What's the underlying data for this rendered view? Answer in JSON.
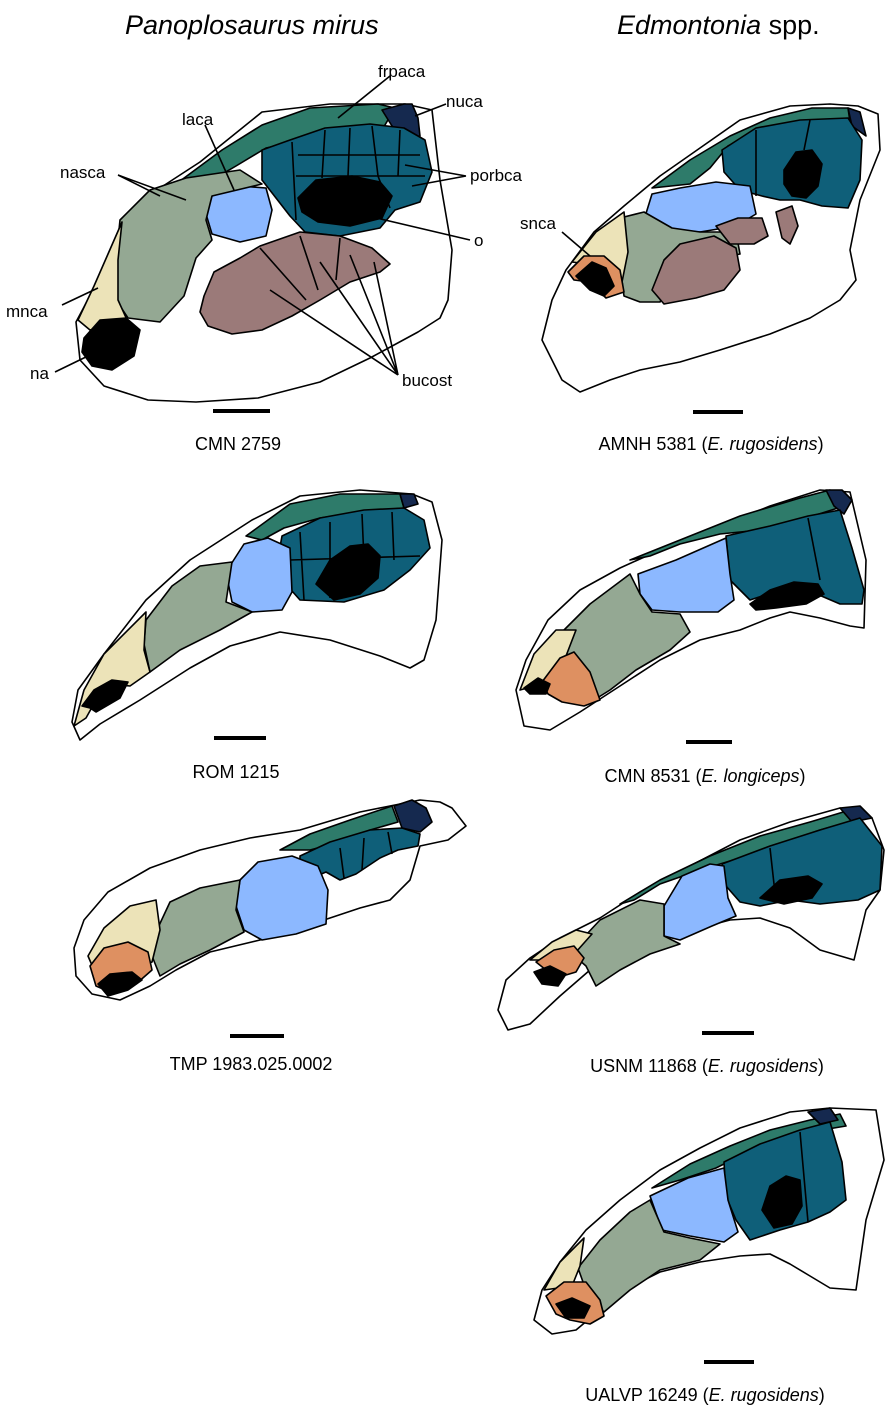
{
  "headers": {
    "left_italic": "Panoplosaurus mirus",
    "right_italic": "Edmontonia",
    "right_suffix": " spp."
  },
  "captions": {
    "cmn2759": "CMN 2759",
    "rom1215": "ROM 1215",
    "tmp": "TMP 1983.025.0002",
    "amnh_prefix": "AMNH 5381 (",
    "amnh_species": "E. rugosidens",
    "cmn8531_prefix": "CMN 8531 (",
    "cmn8531_species": "E. longiceps",
    "usnm_prefix": "USNM 11868 (",
    "usnm_species": "E. rugosidens",
    "ualvp_prefix": "UALVP 16249 (",
    "ualvp_species": "E. rugosidens",
    "close_paren": ")"
  },
  "labels": {
    "frpaca": "frpaca",
    "nuca": "nuca",
    "laca": "laca",
    "nasca": "nasca",
    "porbca": "porbca",
    "o": "o",
    "mnca": "mnca",
    "na": "na",
    "bucost": "bucost",
    "snca": "snca"
  },
  "colors": {
    "frpaca": "#2e7b6a",
    "porbca": "#0f5f79",
    "nuca": "#15294f",
    "laca": "#8cb8ff",
    "nasca": "#94a893",
    "mnca": "#ece3b8",
    "snca": "#de9061",
    "bucost": "#9b7a79",
    "opening": "#000000",
    "bone": "#ffffff"
  }
}
